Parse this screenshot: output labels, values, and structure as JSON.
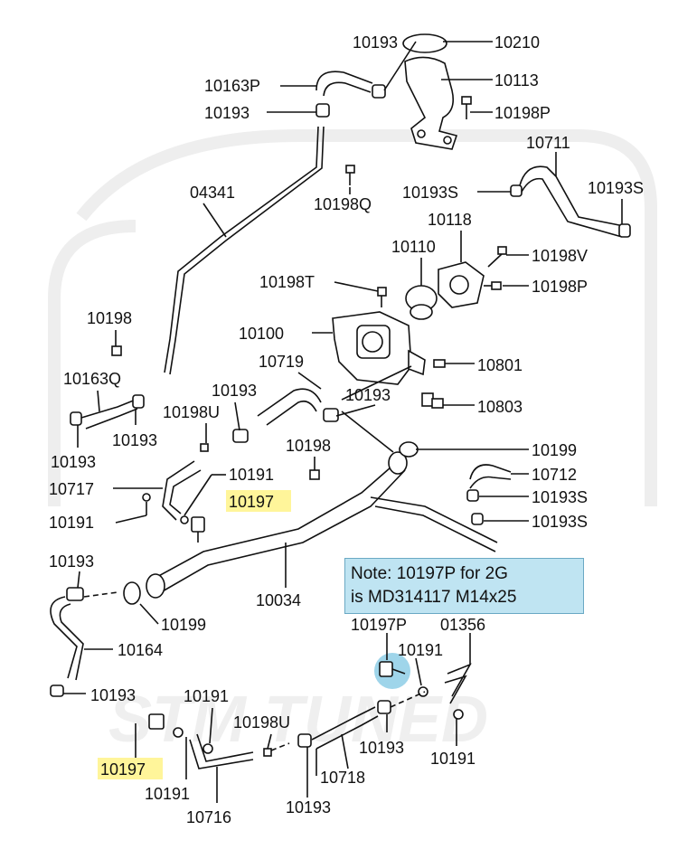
{
  "labels": {
    "l10210": "10210",
    "l10193_top": "10193",
    "l10113": "10113",
    "l10163P": "10163P",
    "l10193_a": "10193",
    "l10198P_top": "10198P",
    "l10711": "10711",
    "l04341": "04341",
    "l10198Q": "10198Q",
    "l10193S_a": "10193S",
    "l10193S_b": "10193S",
    "l10118": "10118",
    "l10110": "10110",
    "l10198V": "10198V",
    "l10198T": "10198T",
    "l10198P_mid": "10198P",
    "l10198_a": "10198",
    "l10100": "10100",
    "l10719": "10719",
    "l10801": "10801",
    "l10163Q": "10163Q",
    "l10193_b": "10193",
    "l10193_c": "10193",
    "l10803": "10803",
    "l10198U_a": "10198U",
    "l10193_d": "10193",
    "l10198_b": "10198",
    "l10199_a": "10199",
    "l10193_e": "10193",
    "l10712": "10712",
    "l10191_a": "10191",
    "l10717": "10717",
    "l10193S_c": "10193S",
    "l10197_a": "10197",
    "l10191_b": "10191",
    "l10193S_d": "10193S",
    "l10193_f": "10193",
    "l10034": "10034",
    "l10199_b": "10199",
    "l10197P": "10197P",
    "l01356": "01356",
    "l10164": "10164",
    "l10191_c": "10191",
    "l10193_g": "10193",
    "l10191_d": "10191",
    "l10198U_b": "10198U",
    "l10193_h": "10193",
    "l10191_e": "10191",
    "l10197_b": "10197",
    "l10718": "10718",
    "l10191_f": "10191",
    "l10716": "10716",
    "l10193_i": "10193"
  },
  "note": {
    "line1": "Note: 10197P for 2G",
    "line2": "is MD314117 M14x25"
  },
  "colors": {
    "highlight": "#fff59a",
    "note_bg": "#bfe4f2",
    "line": "#111111"
  }
}
